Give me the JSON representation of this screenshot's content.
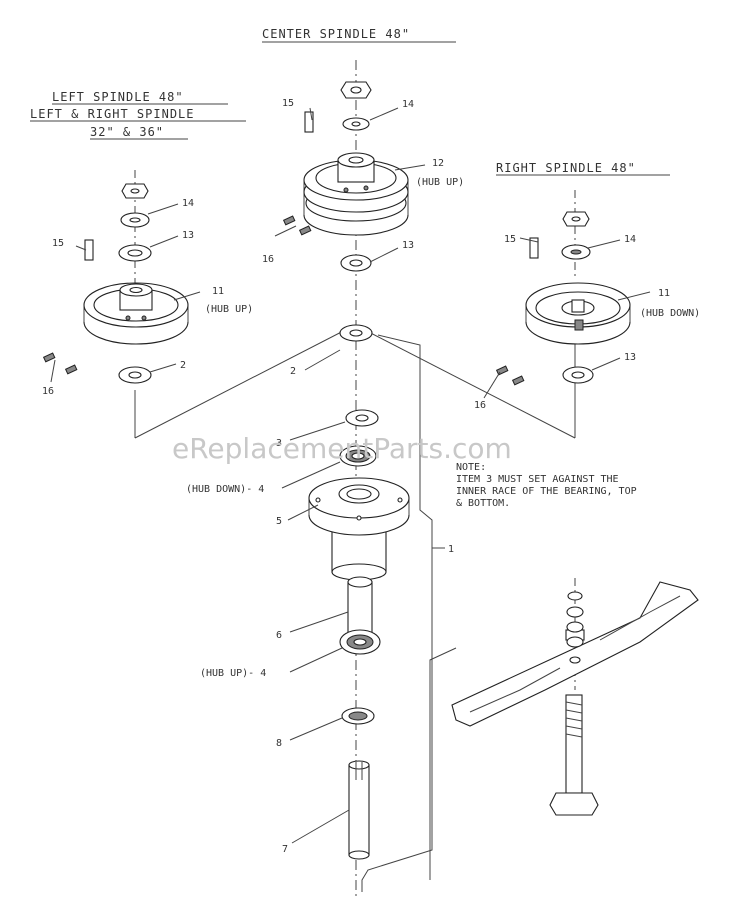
{
  "titles": {
    "center": "CENTER SPINDLE 48\"",
    "left_1": "LEFT SPINDLE 48\"",
    "left_2": "LEFT & RIGHT SPINDLE",
    "left_3": "32\" & 36\"",
    "right": "RIGHT SPINDLE 48\""
  },
  "watermark": "eReplacementParts.com",
  "note": {
    "line1": "NOTE:",
    "line2": "ITEM 3 MUST SET AGAINST THE",
    "line3": "INNER RACE OF THE BEARING, TOP",
    "line4": "& BOTTOM."
  },
  "callouts": {
    "c15": "15",
    "c14": "14",
    "c12": "12",
    "c12_sub": "(HUB UP)",
    "c16": "16",
    "c13": "13",
    "l14": "14",
    "l13": "13",
    "l15": "15",
    "l11": "11",
    "l11_sub": "(HUB UP)",
    "l16": "16",
    "l2": "2",
    "r15": "15",
    "r14": "14",
    "r11": "11",
    "r11_sub": "(HUB DOWN)",
    "r13": "13",
    "r16": "16",
    "c2": "2",
    "c3": "3",
    "c4a": "(HUB DOWN)- 4",
    "c5": "5",
    "c1": "1",
    "c6": "6",
    "c4b": "(HUB UP)- 4",
    "c8": "8",
    "c7": "7"
  }
}
